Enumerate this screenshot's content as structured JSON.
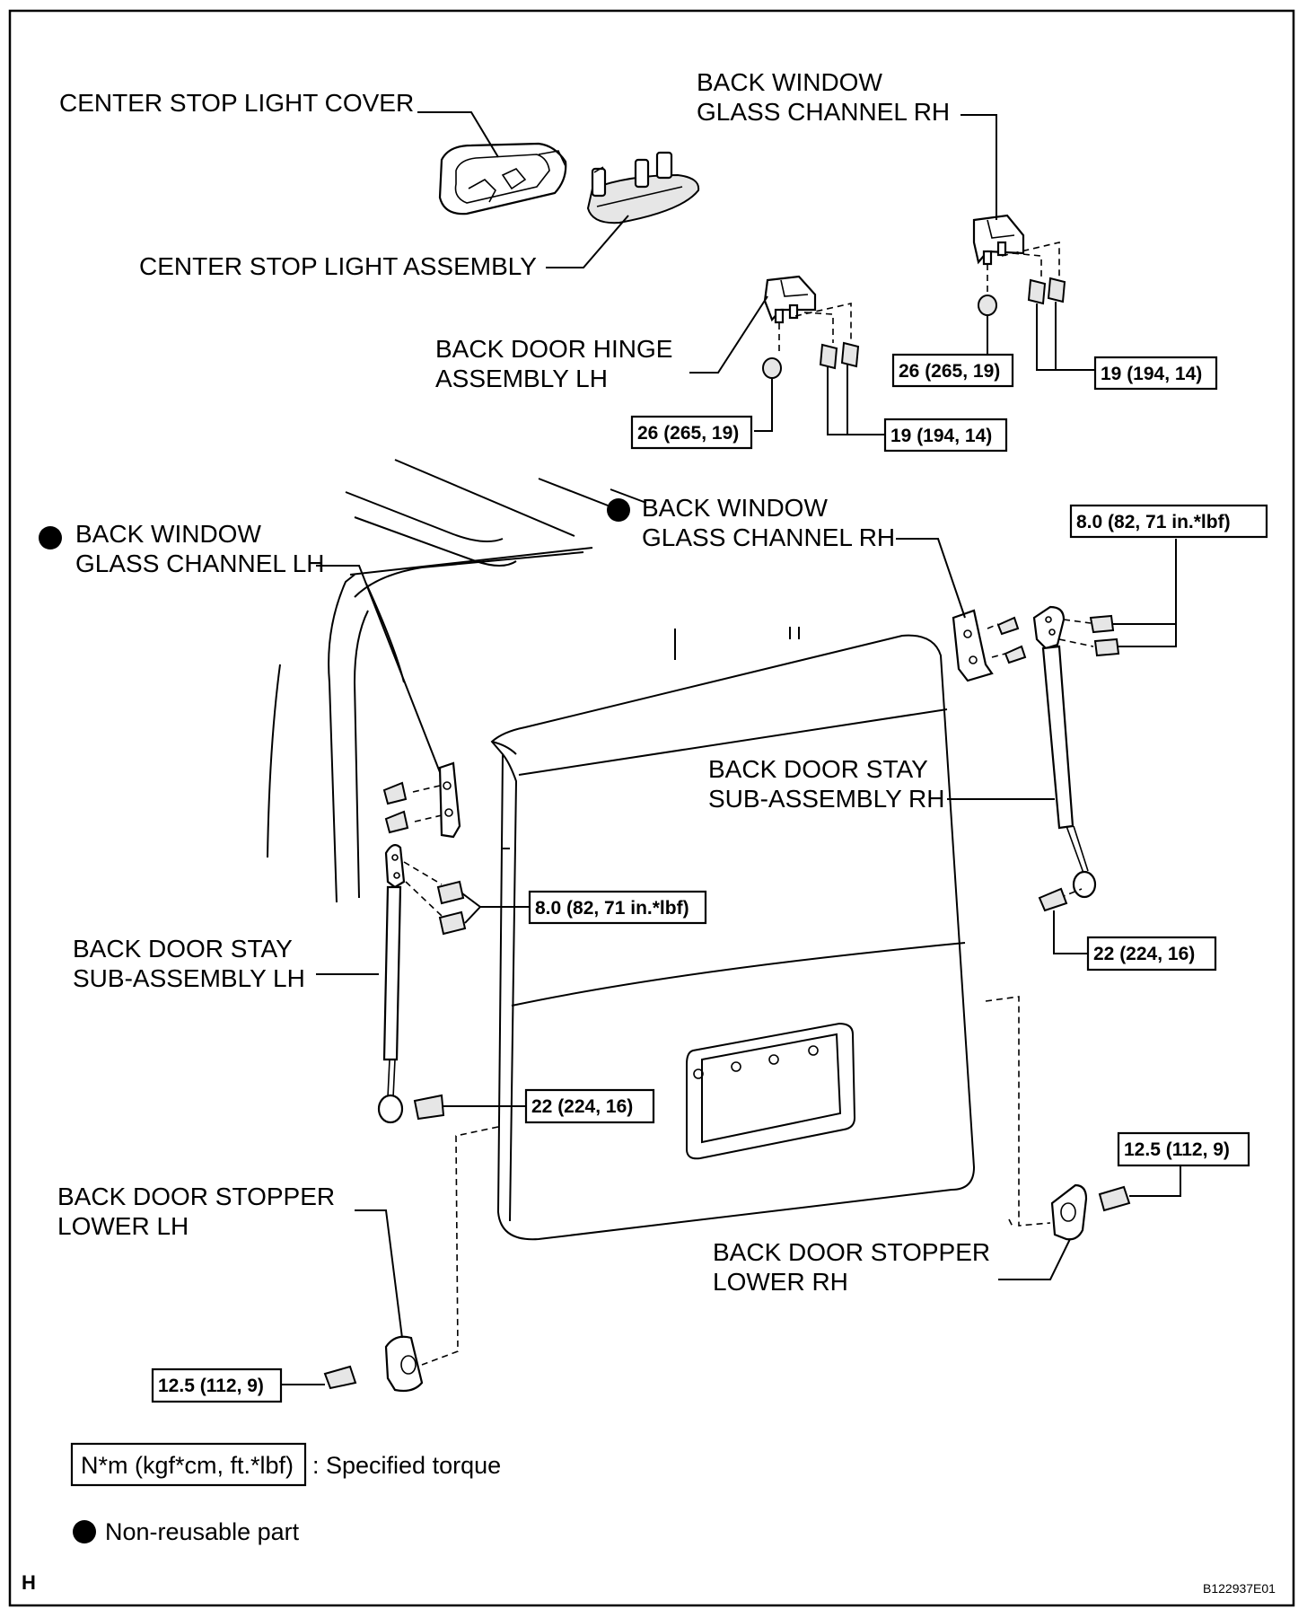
{
  "labels": {
    "center_stop_light_cover": "CENTER STOP LIGHT COVER",
    "center_stop_light_assembly": "CENTER STOP LIGHT ASSEMBLY",
    "back_window_glass_channel_rh_top_1": "BACK WINDOW",
    "back_window_glass_channel_rh_top_2": "GLASS CHANNEL RH",
    "back_door_hinge_lh_1": "BACK DOOR HINGE",
    "back_door_hinge_lh_2": "ASSEMBLY LH",
    "back_window_glass_channel_lh_1": "BACK WINDOW",
    "back_window_glass_channel_lh_2": "GLASS CHANNEL LH",
    "back_window_glass_channel_rh_1": "BACK WINDOW",
    "back_window_glass_channel_rh_2": "GLASS CHANNEL RH",
    "back_door_stay_rh_1": "BACK DOOR STAY",
    "back_door_stay_rh_2": "SUB-ASSEMBLY RH",
    "back_door_stay_lh_1": "BACK DOOR STAY",
    "back_door_stay_lh_2": "SUB-ASSEMBLY LH",
    "back_door_stopper_lower_lh_1": "BACK DOOR STOPPER",
    "back_door_stopper_lower_lh_2": "LOWER LH",
    "back_door_stopper_lower_rh_1": "BACK DOOR STOPPER",
    "back_door_stopper_lower_rh_2": "LOWER RH"
  },
  "torques": {
    "hinge_nut_rh": "26 (265, 19)",
    "hinge_bolt_rh": "19 (194, 14)",
    "hinge_nut_lh": "26 (265, 19)",
    "hinge_bolt_lh": "19 (194, 14)",
    "stay_upper_rh": "8.0 (82, 71 in.*lbf)",
    "stay_lower_rh": "22 (224, 16)",
    "stay_upper_lh": "8.0 (82, 71 in.*lbf)",
    "stay_lower_lh": "22 (224, 16)",
    "stopper_rh": "12.5 (112, 9)",
    "stopper_lh": "12.5 (112, 9)"
  },
  "legend": {
    "torque_box": "N*m (kgf*cm, ft.*lbf)",
    "torque_text": ": Specified torque",
    "nonreusable_text": "Non-reusable part"
  },
  "corner_letter": "H",
  "figure_code": "B122937E01"
}
